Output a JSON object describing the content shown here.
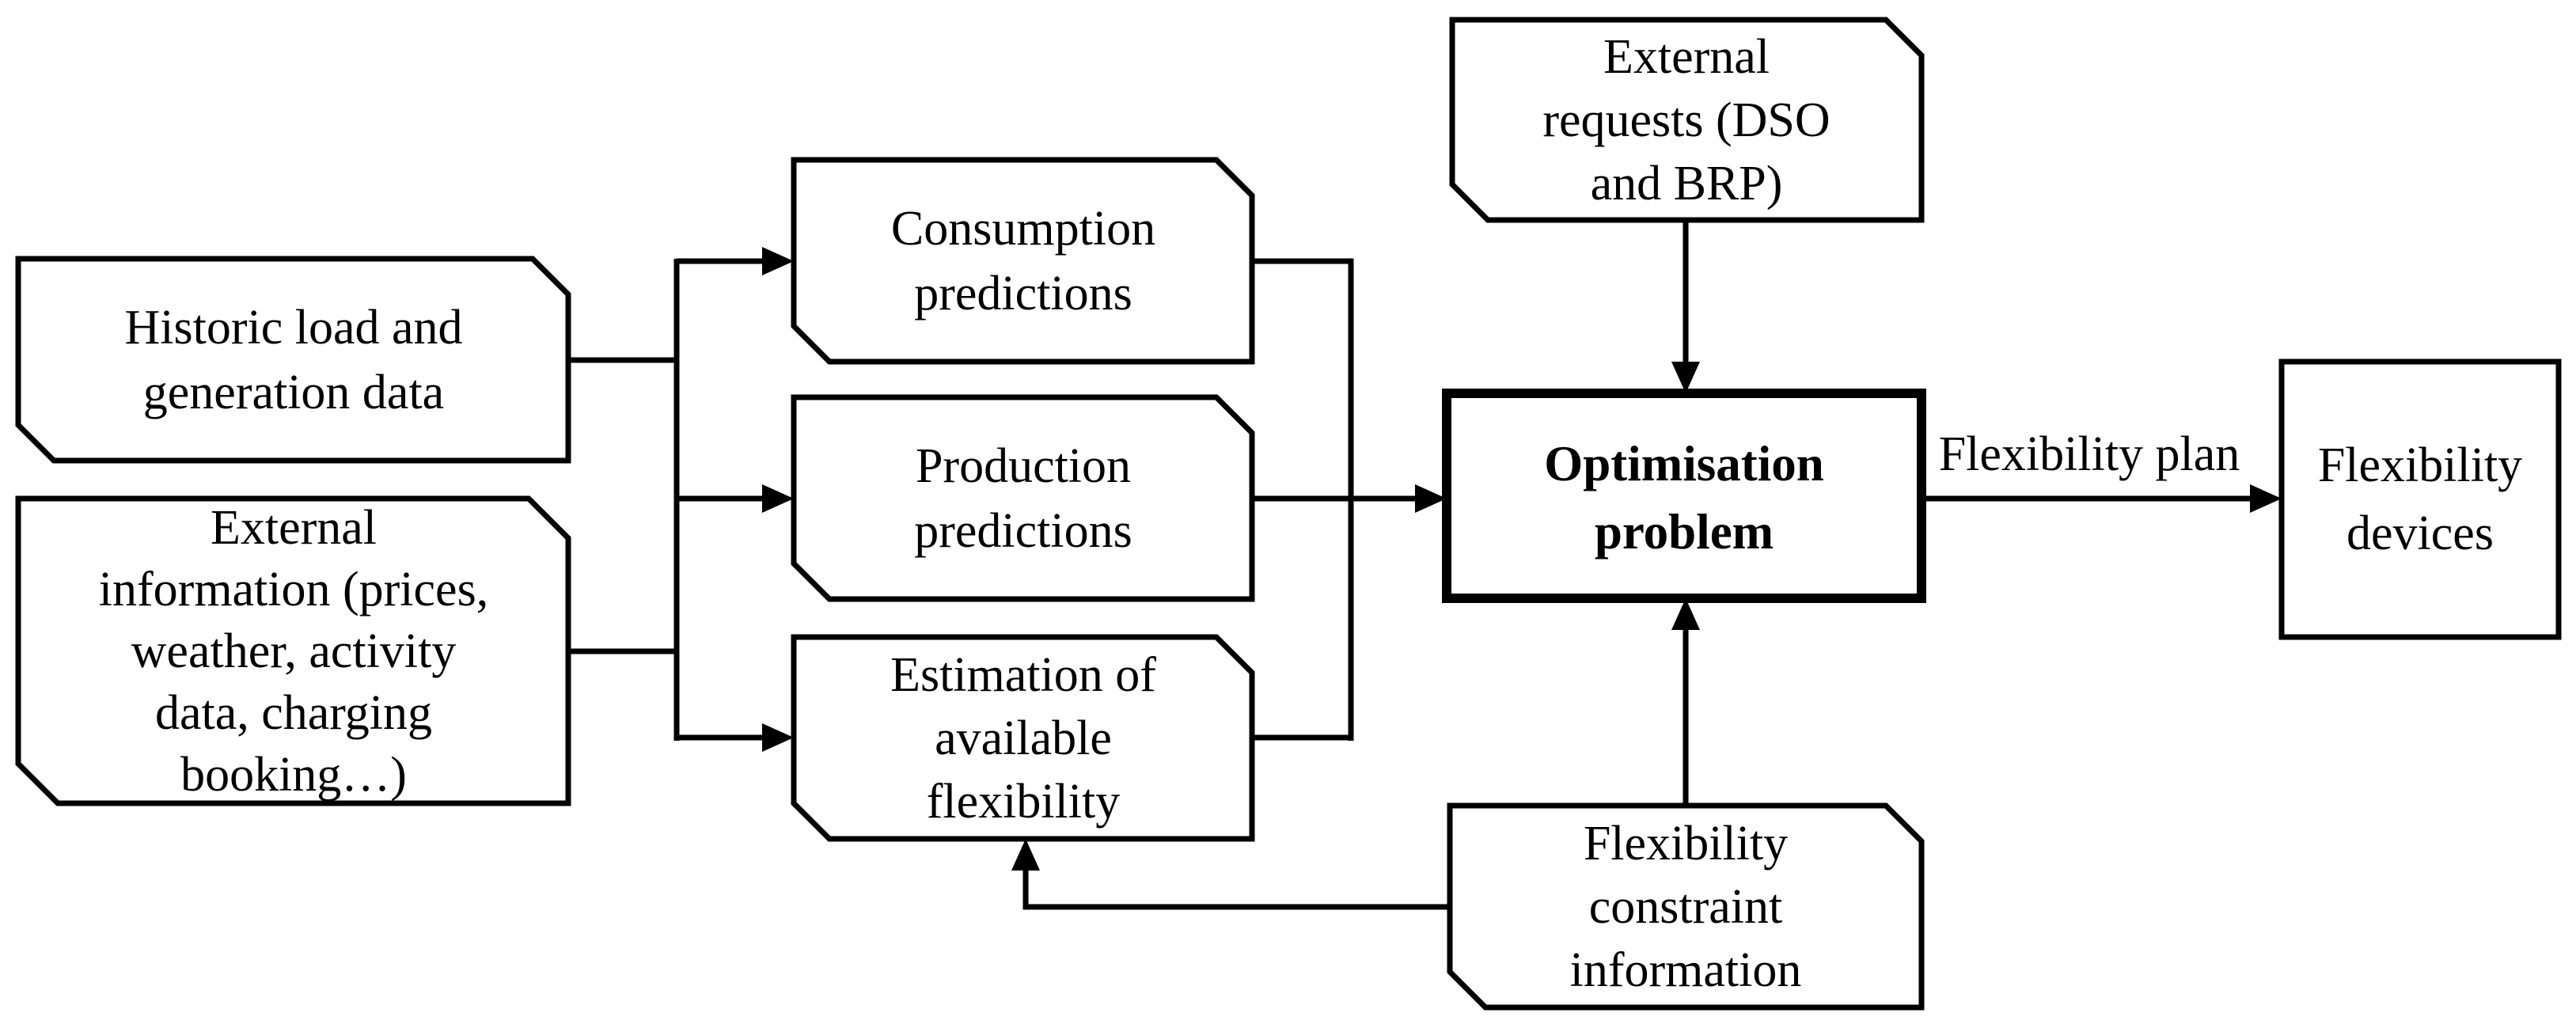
{
  "canvas": {
    "background": "#ffffff",
    "line_color": "#000000",
    "text_color": "#000000"
  },
  "nodes": {
    "historic": {
      "lines": [
        "Historic load and",
        "generation data"
      ]
    },
    "external_info": {
      "lines": [
        "External",
        "information (prices,",
        "weather, activity",
        "data, charging",
        "booking…)"
      ]
    },
    "consumption": {
      "lines": [
        "Consumption",
        "predictions"
      ]
    },
    "production": {
      "lines": [
        "Production",
        "predictions"
      ]
    },
    "estimation": {
      "lines": [
        "Estimation of",
        "available",
        "flexibility"
      ]
    },
    "external_requests": {
      "lines": [
        "External",
        "requests (DSO",
        "and BRP)"
      ]
    },
    "optimisation": {
      "lines": [
        "Optimisation",
        "problem"
      ]
    },
    "constraint": {
      "lines": [
        "Flexibility",
        "constraint",
        "information"
      ]
    },
    "devices": {
      "lines": [
        "Flexibility",
        "devices"
      ]
    }
  },
  "edge_labels": {
    "flexibility_plan": "Flexibility plan"
  }
}
